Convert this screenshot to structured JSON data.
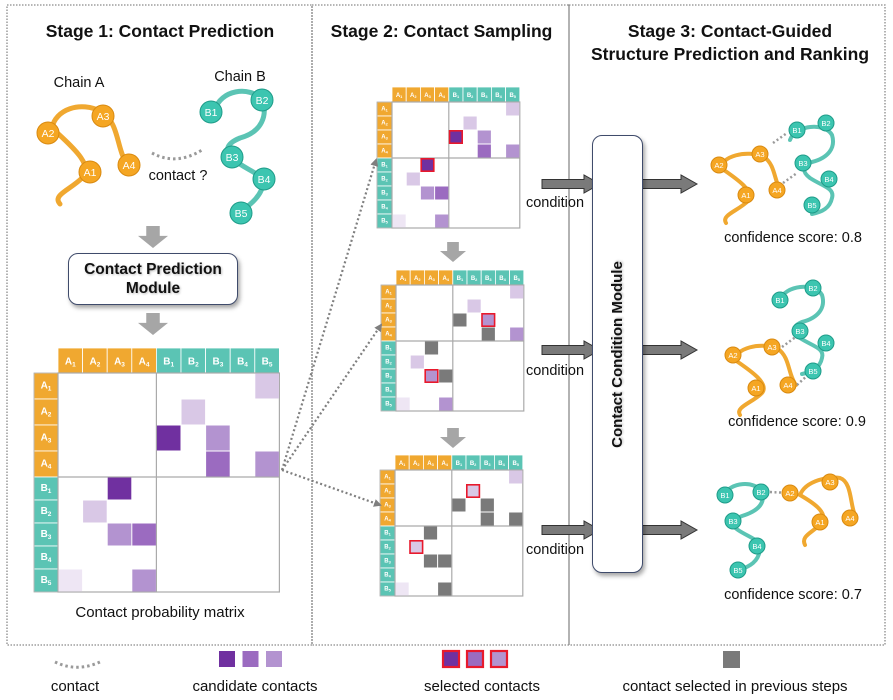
{
  "colors": {
    "chain_a": "#F0A830",
    "chain_a_node": "#F5A623",
    "chain_b": "#5BC4B4",
    "chain_b_node": "#3CC5B0",
    "candidate_dark": "#7030A0",
    "candidate_mid": "#9B6BC0",
    "candidate_light": "#B393D0",
    "candidate_faint": "#D9C8E6",
    "candidate_faintest": "#EEE6F4",
    "selected_border": "#E8192C",
    "previous": "#7A7A7A",
    "arrow_gray": "#A6A6A6",
    "grid": "#AAAAAA"
  },
  "stage1": {
    "title": "Stage 1:  Contact Prediction",
    "chain_a_label": "Chain A",
    "chain_b_label": "Chain B",
    "contact_question": "contact ?",
    "module_line1": "Contact Prediction",
    "module_line2": "Module",
    "matrix_caption": "Contact probability matrix",
    "chain_a_nodes": [
      "A1",
      "A2",
      "A3",
      "A4"
    ],
    "chain_b_nodes": [
      "B1",
      "B2",
      "B3",
      "B4",
      "B5"
    ]
  },
  "stage2": {
    "title": "Stage 2:  Contact Sampling",
    "condition_label": "condition"
  },
  "stage3": {
    "title_line1": "Stage 3:  Contact-Guided",
    "title_line2": "Structure Prediction and Ranking",
    "module_label": "Contact Condition Module",
    "results": [
      {
        "confidence_label": "confidence  score: 0.8"
      },
      {
        "confidence_label": "confidence  score: 0.9"
      },
      {
        "confidence_label": "confidence  score: 0.7"
      }
    ]
  },
  "matrix": {
    "labels": [
      {
        "base": "A",
        "sub": "1",
        "chain": "a"
      },
      {
        "base": "A",
        "sub": "2",
        "chain": "a"
      },
      {
        "base": "A",
        "sub": "3",
        "chain": "a"
      },
      {
        "base": "A",
        "sub": "4",
        "chain": "a"
      },
      {
        "base": "B",
        "sub": "1",
        "chain": "b"
      },
      {
        "base": "B",
        "sub": "2",
        "chain": "b"
      },
      {
        "base": "B",
        "sub": "3",
        "chain": "b"
      },
      {
        "base": "B",
        "sub": "4",
        "chain": "b"
      },
      {
        "base": "B",
        "sub": "5",
        "chain": "b"
      }
    ],
    "candidates": [
      {
        "row": "A1",
        "col": "B5",
        "level": "faint"
      },
      {
        "row": "A2",
        "col": "B2",
        "level": "faint"
      },
      {
        "row": "A3",
        "col": "B1",
        "level": "dark"
      },
      {
        "row": "A3",
        "col": "B3",
        "level": "light"
      },
      {
        "row": "A4",
        "col": "B3",
        "level": "mid"
      },
      {
        "row": "A4",
        "col": "B5",
        "level": "light"
      },
      {
        "row": "B1",
        "col": "A3",
        "level": "dark"
      },
      {
        "row": "B2",
        "col": "A2",
        "level": "faint"
      },
      {
        "row": "B3",
        "col": "A3",
        "level": "light"
      },
      {
        "row": "B3",
        "col": "A4",
        "level": "mid"
      },
      {
        "row": "B5",
        "col": "A1",
        "level": "faintest"
      },
      {
        "row": "B5",
        "col": "A4",
        "level": "light"
      }
    ],
    "sampling_steps": [
      {
        "selected": [
          [
            "A3",
            "B1"
          ],
          [
            "B1",
            "A3"
          ]
        ],
        "previous": []
      },
      {
        "selected": [
          [
            "A3",
            "B3"
          ],
          [
            "B3",
            "A3"
          ]
        ],
        "previous": [
          [
            "A3",
            "B1"
          ],
          [
            "B1",
            "A3"
          ],
          [
            "A4",
            "B3"
          ],
          [
            "B3",
            "A4"
          ]
        ]
      },
      {
        "selected": [
          [
            "A2",
            "B2"
          ],
          [
            "B2",
            "A2"
          ]
        ],
        "previous": [
          [
            "A3",
            "B1"
          ],
          [
            "B1",
            "A3"
          ],
          [
            "A3",
            "B3"
          ],
          [
            "B3",
            "A3"
          ],
          [
            "A4",
            "B3"
          ],
          [
            "B3",
            "A4"
          ],
          [
            "A4",
            "B5"
          ],
          [
            "B5",
            "A4"
          ]
        ]
      }
    ]
  },
  "legend": {
    "contact": "contact",
    "candidate_contacts": "candidate contacts",
    "selected_contacts": "selected contacts",
    "previous_contacts": "contact selected in previous steps"
  }
}
